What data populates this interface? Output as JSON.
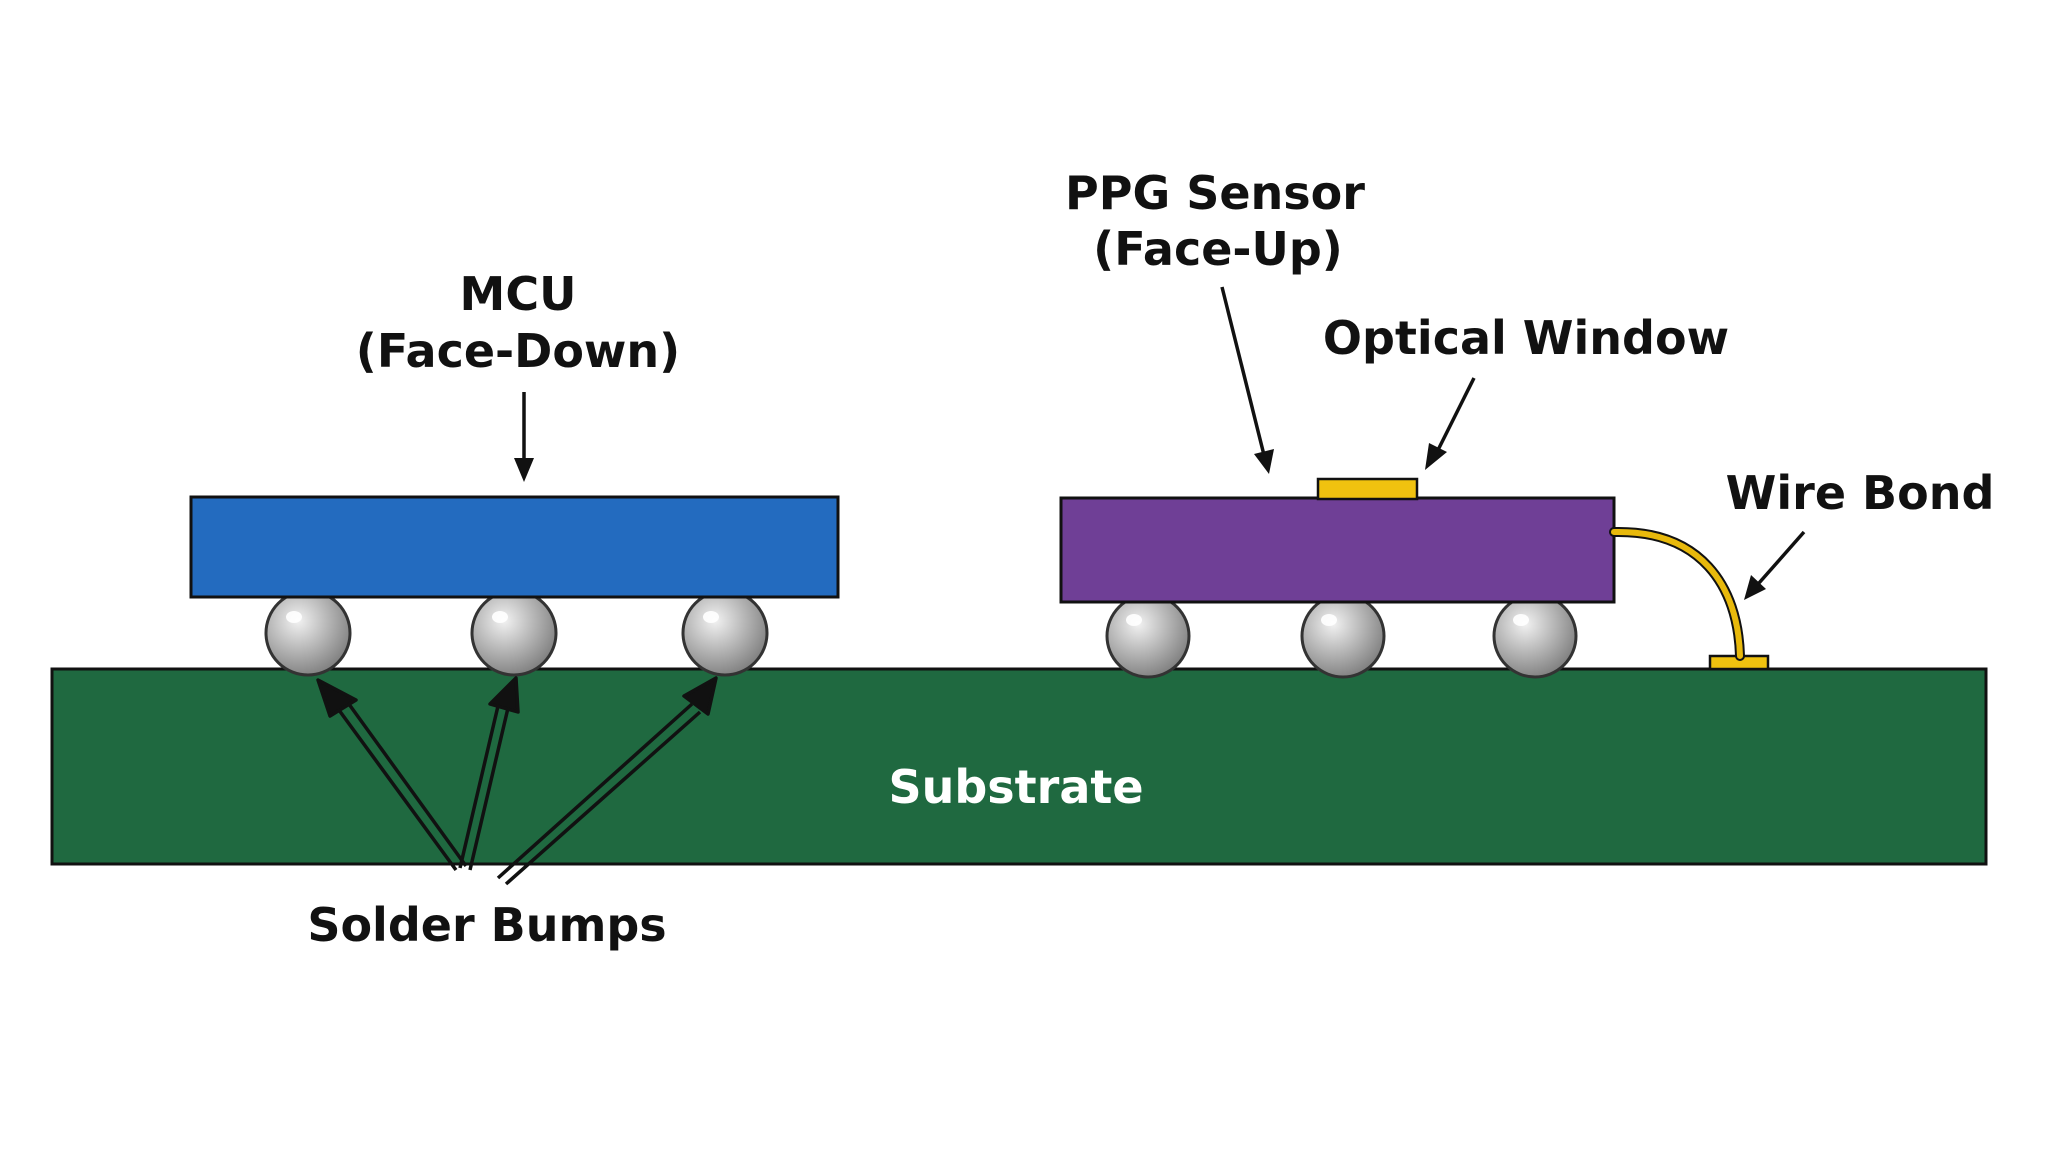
{
  "labels": {
    "mcu_title": "MCU",
    "mcu_subtitle": "(Face-Down)",
    "ppg_title": "PPG  Sensor",
    "ppg_subtitle": "(Face-Up)",
    "optical_window": "Optical Window",
    "wire_bond": "Wire Bond",
    "substrate": "Substrate",
    "solder_bumps": "Solder Bumps"
  },
  "colors": {
    "background": "#ffffff",
    "substrate": "#1f6940",
    "mcu_die": "#236bbf",
    "ppg_die": "#6f3f96",
    "optical_window": "#f0c20f",
    "wire_bond": "#e8b90c",
    "solder_bump": "#a9a9a9",
    "outline": "#111111"
  }
}
